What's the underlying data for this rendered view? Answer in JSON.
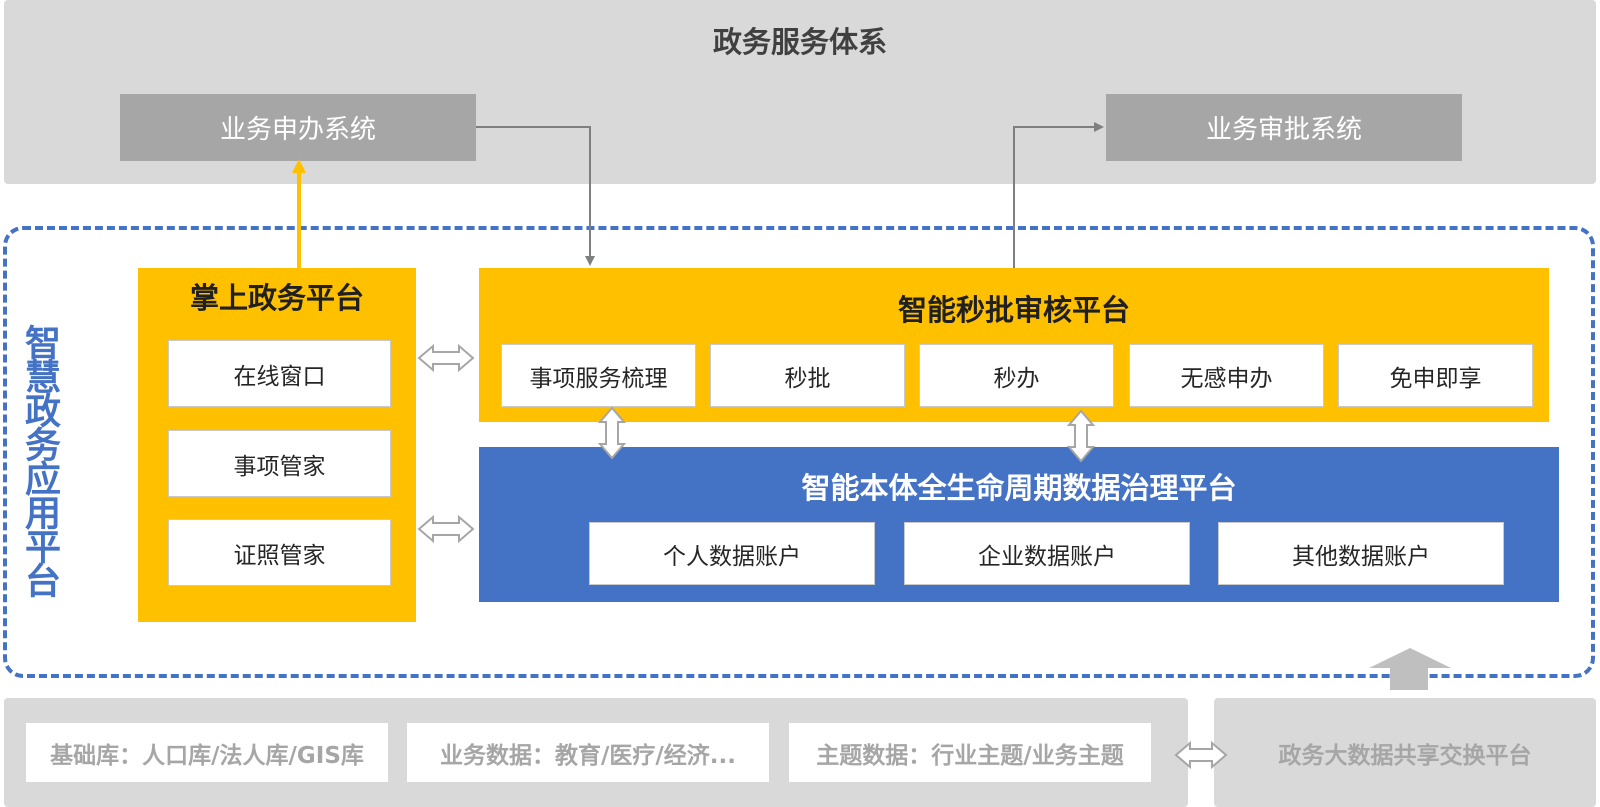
{
  "top": {
    "title": "政务服务体系",
    "apply_system": "业务申办系统",
    "approval_system": "业务审批系统"
  },
  "platform": {
    "label": "智慧政务应用平台",
    "mobile": {
      "title": "掌上政务平台",
      "items": [
        "在线窗口",
        "事项管家",
        "证照管家"
      ]
    },
    "approval": {
      "title": "智能秒批审核平台",
      "items": [
        "事项服务梳理",
        "秒批",
        "秒办",
        "无感申办",
        "免申即享"
      ]
    },
    "data_governance": {
      "title": "智能本体全生命周期数据治理平台",
      "items": [
        "个人数据账户",
        "企业数据账户",
        "其他数据账户"
      ]
    }
  },
  "bottom": {
    "items": [
      "基础库：人口库/法人库/GIS库",
      "业务数据：教育/医疗/经济...",
      "主题数据：行业主题/业务主题"
    ],
    "exchange": "政务大数据共享交换平台"
  },
  "colors": {
    "yellow": "#ffc000",
    "blue": "#4472c4",
    "gray": "#a6a6a6",
    "light_gray": "#d9d9d9"
  }
}
